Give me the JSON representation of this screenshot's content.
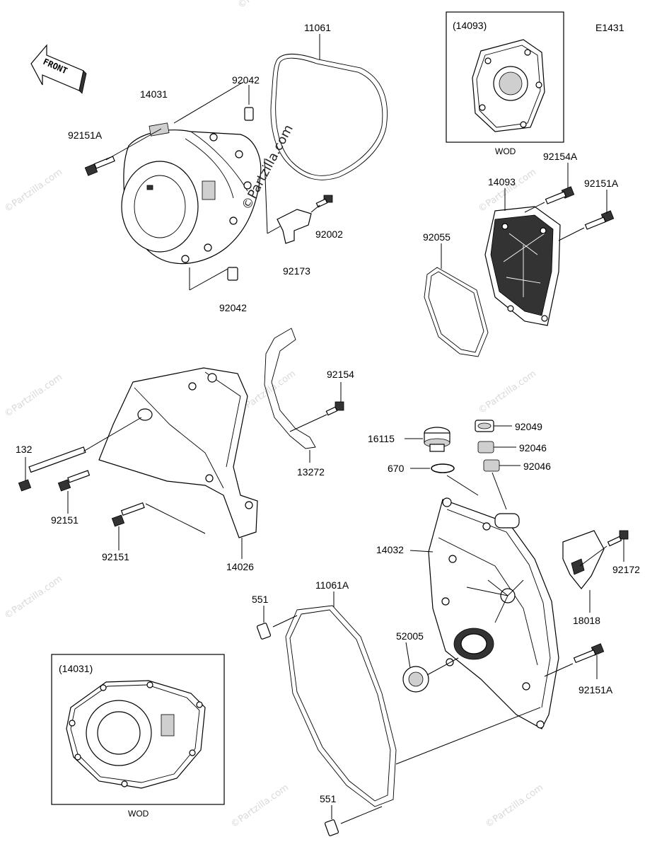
{
  "diagram_code": "E1431",
  "front_label": "FRONT",
  "watermark_main": "©Partzilla.com",
  "watermark_small": "©Partzilla.com",
  "inset_top": {
    "ref": "(14093)",
    "note": "WOD"
  },
  "inset_bottom": {
    "ref": "(14031)",
    "note": "WOD"
  },
  "labels": {
    "p11061": "11061",
    "p14031": "14031",
    "p92042a": "92042",
    "p92151A_top": "92151A",
    "p92002": "92002",
    "p92173": "92173",
    "p92042b": "92042",
    "p14093": "14093",
    "p92154A": "92154A",
    "p92151A_right": "92151A",
    "p92055": "92055",
    "p92154": "92154",
    "p132": "132",
    "p13272": "13272",
    "p92151a": "92151",
    "p92151b": "92151",
    "p14026": "14026",
    "p16115": "16115",
    "p670": "670",
    "p92049": "92049",
    "p92046a": "92046",
    "p92046b": "92046",
    "p14032": "14032",
    "p92172": "92172",
    "p18018": "18018",
    "p551a": "551",
    "p11061A": "11061A",
    "p52005": "52005",
    "p92151A_bottom": "92151A",
    "p551b": "551"
  }
}
